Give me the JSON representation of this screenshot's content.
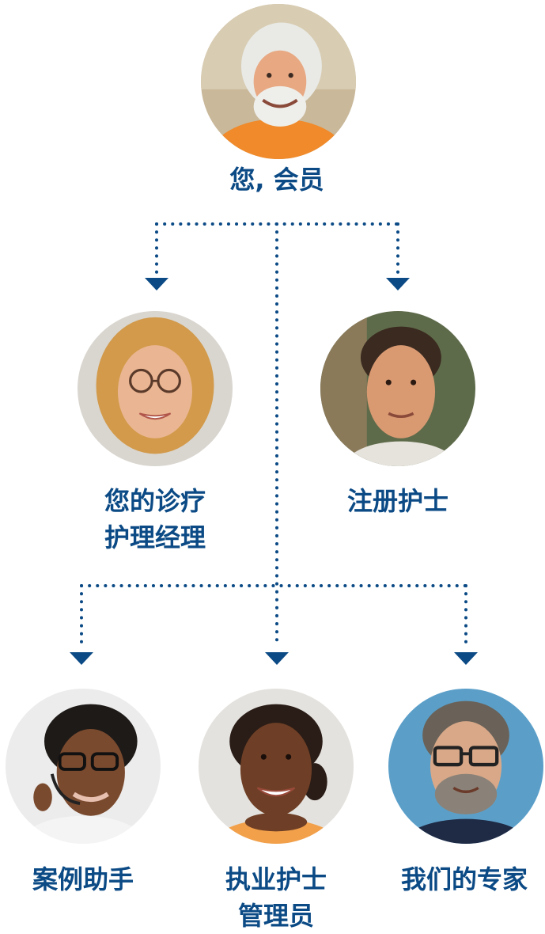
{
  "accent_color": "#0b4a85",
  "nodes": {
    "member": {
      "label": "您, 会员",
      "photo": "elderly-man-photo"
    },
    "care_manager": {
      "line1": "您的诊疗",
      "line2": "护理经理",
      "photo": "woman-with-glasses-photo"
    },
    "registered_nurse": {
      "label": "注册护士",
      "photo": "young-man-photo"
    },
    "case_assistant": {
      "label": "案例助手",
      "photo": "woman-with-headset-photo"
    },
    "nurse_practitioner": {
      "line1": "执业护士",
      "line2": "管理员",
      "photo": "smiling-woman-photo"
    },
    "our_experts": {
      "label": "我们的专家",
      "photo": "bearded-man-glasses-photo"
    }
  }
}
